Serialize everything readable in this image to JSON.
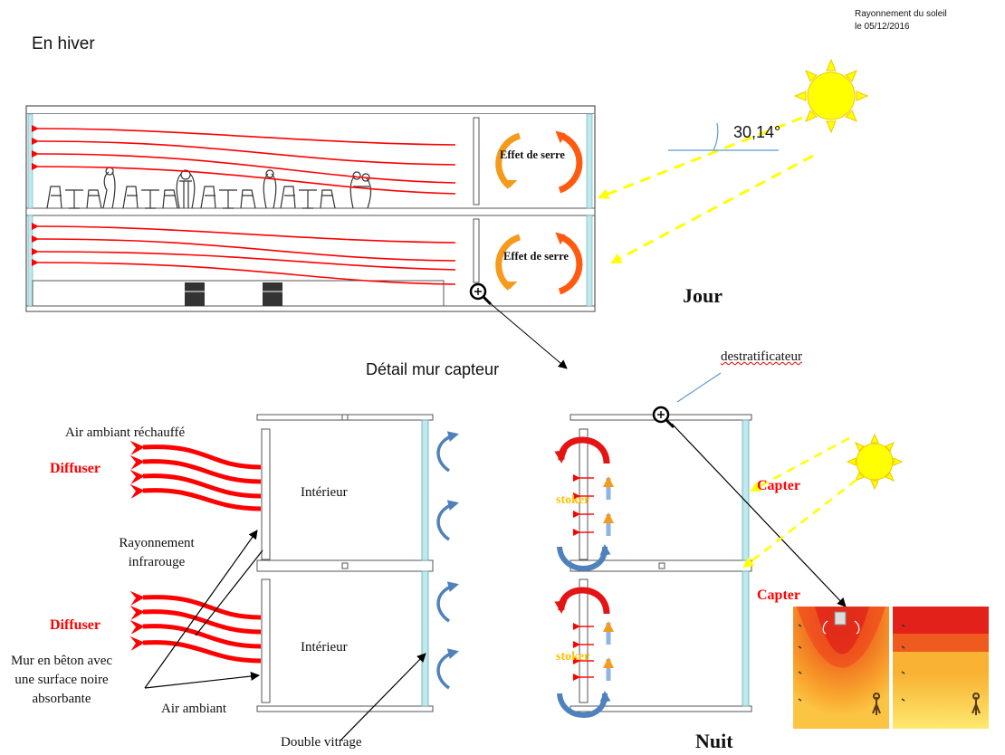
{
  "header": {
    "title": "En hiver",
    "sun_note_line1": "Rayonnement  du soleil",
    "sun_note_line2": "le 05/12/2016",
    "angle": "30,14°"
  },
  "top_section": {
    "greenhouse_effect_1": "Effet de serre",
    "greenhouse_effect_2": "Effet de serre",
    "period": "Jour"
  },
  "detail": {
    "title": "Détail mur capteur",
    "destratifier": "destratificateur"
  },
  "left_section": {
    "warmed_air": "Air ambiant réchauffé",
    "diffuse_top": "Diffuser",
    "interior_top": "Intérieur",
    "infrared": "Rayonnement infrarouge",
    "diffuse_bottom": "Diffuser",
    "interior_bottom": "Intérieur",
    "concrete_wall": "Mur en bêton avec une surface noire absorbante",
    "ambient_air": "Air ambiant",
    "double_glazing": "Double vitrage"
  },
  "right_section": {
    "store_top": "stoker",
    "store_bottom": "stoker",
    "capture_top": "Capter",
    "capture_bottom": "Capter",
    "period": "Nuit"
  },
  "colors": {
    "red": "#ff0000",
    "orange_text": "#ffc000",
    "sun": "#ffff00",
    "glass": "#bfe8ef",
    "blue_arrow": "#4f81bd",
    "line_blue": "#5b9bd5"
  }
}
